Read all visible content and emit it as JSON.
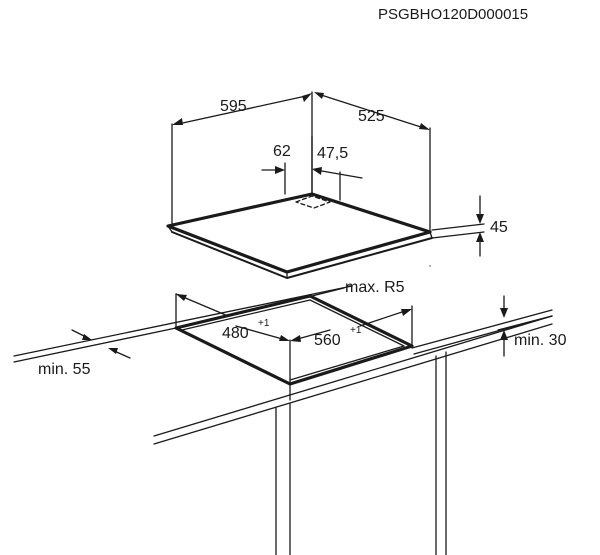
{
  "drawing_code": "PSGBHO120D000015",
  "hob": {
    "width": "595",
    "depth": "525",
    "offset_left": "62",
    "offset_right": "47,5",
    "height": "45"
  },
  "cutout": {
    "radius": "max. R5",
    "depth": "480",
    "depth_tolerance": "+1",
    "width": "560",
    "width_tolerance": "+1"
  },
  "clearances": {
    "front": "min. 55",
    "below": "min. 30"
  },
  "colors": {
    "line": "#1a1a1a",
    "background": "#ffffff"
  }
}
